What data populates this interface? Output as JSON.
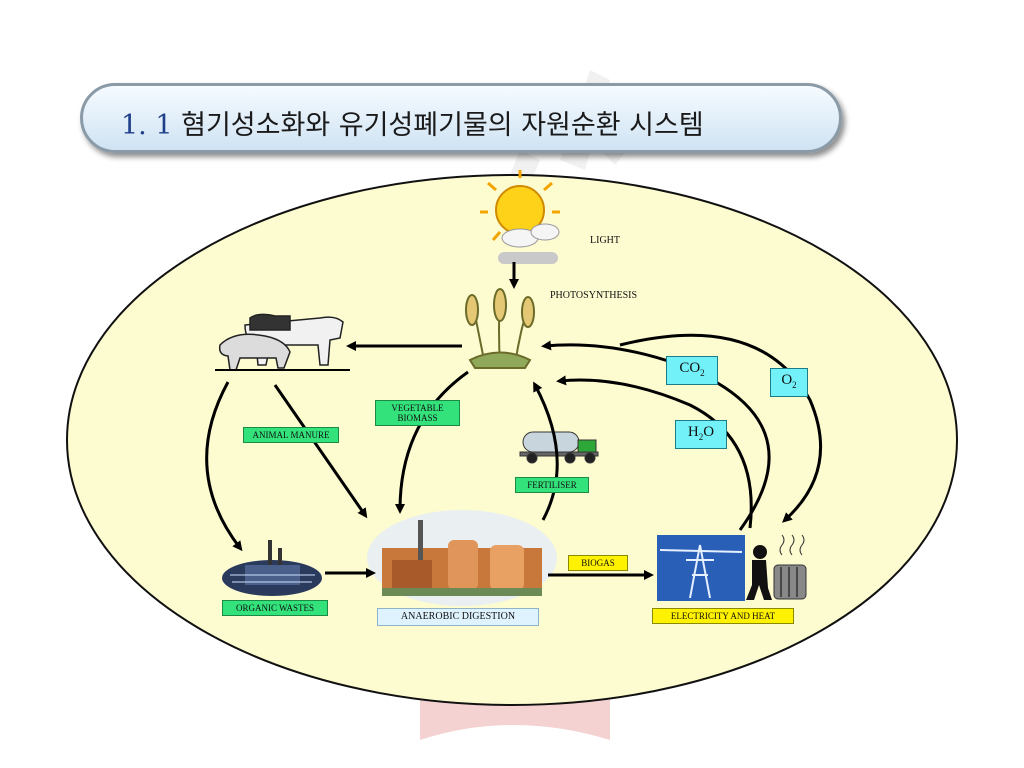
{
  "title": {
    "number": "1. 1",
    "text": "혐기성소화와 유기성폐기물의 자원순환 시스템"
  },
  "labels": {
    "light": "LIGHT",
    "photosynthesis": "PHOTOSYNTHESIS",
    "animal_manure": "ANIMAL MANURE",
    "vegetable_biomass": "VEGETABLE BIOMASS",
    "fertiliser": "FERTILISER",
    "biogas": "BIOGAS",
    "organic_wastes": "ORGANIC WASTES",
    "anaerobic_digestion": "ANAEROBIC DIGESTION",
    "electricity_and_heat": "ELECTRICITY AND HEAT",
    "co2": "CO",
    "co2_sub": "2",
    "o2": "O",
    "o2_sub": "2",
    "h2o_pre": "H",
    "h2o_sub": "2",
    "h2o_post": "O"
  },
  "colors": {
    "ellipse_fill": "#fdfbd0",
    "green_tag": "#33e27a",
    "yellow_tag": "#fff200",
    "cyan_tag": "#72f2f8",
    "light_tag": "#dff3ff",
    "watermark": "#d94a4a"
  },
  "icons": [
    "sun-icon",
    "cloud-icon",
    "wheat-icon",
    "livestock-icon",
    "truck-icon",
    "digester-plant-icon",
    "power-tower-icon",
    "heater-person-icon",
    "waste-plant-icon"
  ]
}
